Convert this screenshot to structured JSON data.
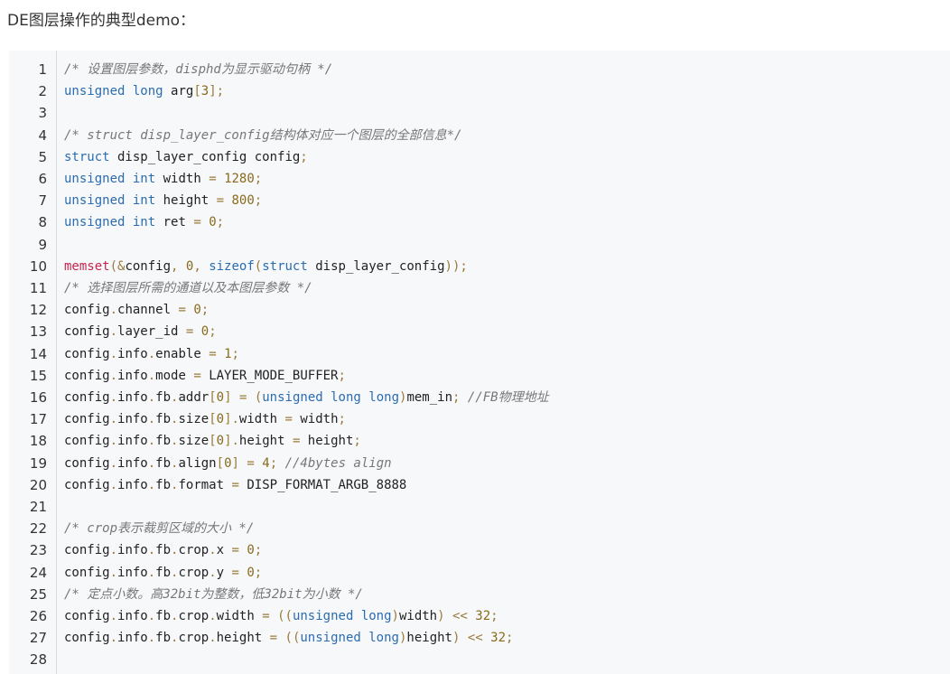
{
  "heading": "DE图层操作的典型demo：",
  "code_lines": [
    [
      {
        "t": "c",
        "v": "/* 设置图层参数，disphd为显示驱动句柄 */"
      }
    ],
    [
      {
        "t": "k",
        "v": "unsigned"
      },
      {
        "t": "x",
        "v": " "
      },
      {
        "t": "k",
        "v": "long"
      },
      {
        "t": "x",
        "v": " arg"
      },
      {
        "t": "p",
        "v": "["
      },
      {
        "t": "n",
        "v": "3"
      },
      {
        "t": "p",
        "v": "];"
      }
    ],
    [],
    [
      {
        "t": "c",
        "v": "/* struct disp_layer_config结构体对应一个图层的全部信息*/"
      }
    ],
    [
      {
        "t": "k",
        "v": "struct"
      },
      {
        "t": "x",
        "v": " disp_layer_config config"
      },
      {
        "t": "p",
        "v": ";"
      }
    ],
    [
      {
        "t": "k",
        "v": "unsigned"
      },
      {
        "t": "x",
        "v": " "
      },
      {
        "t": "k",
        "v": "int"
      },
      {
        "t": "x",
        "v": " width "
      },
      {
        "t": "p",
        "v": "="
      },
      {
        "t": "x",
        "v": " "
      },
      {
        "t": "n",
        "v": "1280"
      },
      {
        "t": "p",
        "v": ";"
      }
    ],
    [
      {
        "t": "k",
        "v": "unsigned"
      },
      {
        "t": "x",
        "v": " "
      },
      {
        "t": "k",
        "v": "int"
      },
      {
        "t": "x",
        "v": " height "
      },
      {
        "t": "p",
        "v": "="
      },
      {
        "t": "x",
        "v": " "
      },
      {
        "t": "n",
        "v": "800"
      },
      {
        "t": "p",
        "v": ";"
      }
    ],
    [
      {
        "t": "k",
        "v": "unsigned"
      },
      {
        "t": "x",
        "v": " "
      },
      {
        "t": "k",
        "v": "int"
      },
      {
        "t": "x",
        "v": " ret "
      },
      {
        "t": "p",
        "v": "="
      },
      {
        "t": "x",
        "v": " "
      },
      {
        "t": "n",
        "v": "0"
      },
      {
        "t": "p",
        "v": ";"
      }
    ],
    [],
    [
      {
        "t": "f",
        "v": "memset"
      },
      {
        "t": "p",
        "v": "(&"
      },
      {
        "t": "x",
        "v": "config"
      },
      {
        "t": "p",
        "v": ","
      },
      {
        "t": "x",
        "v": " "
      },
      {
        "t": "n",
        "v": "0"
      },
      {
        "t": "p",
        "v": ","
      },
      {
        "t": "x",
        "v": " "
      },
      {
        "t": "k",
        "v": "sizeof"
      },
      {
        "t": "p",
        "v": "("
      },
      {
        "t": "k",
        "v": "struct"
      },
      {
        "t": "x",
        "v": " disp_layer_config"
      },
      {
        "t": "p",
        "v": "));"
      }
    ],
    [
      {
        "t": "c",
        "v": "/* 选择图层所需的通道以及本图层参数 */"
      }
    ],
    [
      {
        "t": "x",
        "v": "config"
      },
      {
        "t": "p",
        "v": "."
      },
      {
        "t": "x",
        "v": "channel "
      },
      {
        "t": "p",
        "v": "="
      },
      {
        "t": "x",
        "v": " "
      },
      {
        "t": "n",
        "v": "0"
      },
      {
        "t": "p",
        "v": ";"
      }
    ],
    [
      {
        "t": "x",
        "v": "config"
      },
      {
        "t": "p",
        "v": "."
      },
      {
        "t": "x",
        "v": "layer_id "
      },
      {
        "t": "p",
        "v": "="
      },
      {
        "t": "x",
        "v": " "
      },
      {
        "t": "n",
        "v": "0"
      },
      {
        "t": "p",
        "v": ";"
      }
    ],
    [
      {
        "t": "x",
        "v": "config"
      },
      {
        "t": "p",
        "v": "."
      },
      {
        "t": "x",
        "v": "info"
      },
      {
        "t": "p",
        "v": "."
      },
      {
        "t": "x",
        "v": "enable "
      },
      {
        "t": "p",
        "v": "="
      },
      {
        "t": "x",
        "v": " "
      },
      {
        "t": "n",
        "v": "1"
      },
      {
        "t": "p",
        "v": ";"
      }
    ],
    [
      {
        "t": "x",
        "v": "config"
      },
      {
        "t": "p",
        "v": "."
      },
      {
        "t": "x",
        "v": "info"
      },
      {
        "t": "p",
        "v": "."
      },
      {
        "t": "x",
        "v": "mode "
      },
      {
        "t": "p",
        "v": "="
      },
      {
        "t": "x",
        "v": " LAYER_MODE_BUFFER"
      },
      {
        "t": "p",
        "v": ";"
      }
    ],
    [
      {
        "t": "x",
        "v": "config"
      },
      {
        "t": "p",
        "v": "."
      },
      {
        "t": "x",
        "v": "info"
      },
      {
        "t": "p",
        "v": "."
      },
      {
        "t": "x",
        "v": "fb"
      },
      {
        "t": "p",
        "v": "."
      },
      {
        "t": "x",
        "v": "addr"
      },
      {
        "t": "p",
        "v": "["
      },
      {
        "t": "n",
        "v": "0"
      },
      {
        "t": "p",
        "v": "]"
      },
      {
        "t": "x",
        "v": " "
      },
      {
        "t": "p",
        "v": "="
      },
      {
        "t": "x",
        "v": " "
      },
      {
        "t": "p",
        "v": "("
      },
      {
        "t": "k",
        "v": "unsigned"
      },
      {
        "t": "x",
        "v": " "
      },
      {
        "t": "k",
        "v": "long"
      },
      {
        "t": "x",
        "v": " "
      },
      {
        "t": "k",
        "v": "long"
      },
      {
        "t": "p",
        "v": ")"
      },
      {
        "t": "x",
        "v": "mem_in"
      },
      {
        "t": "p",
        "v": ";"
      },
      {
        "t": "x",
        "v": " "
      },
      {
        "t": "c",
        "v": "//FB物理地址"
      }
    ],
    [
      {
        "t": "x",
        "v": "config"
      },
      {
        "t": "p",
        "v": "."
      },
      {
        "t": "x",
        "v": "info"
      },
      {
        "t": "p",
        "v": "."
      },
      {
        "t": "x",
        "v": "fb"
      },
      {
        "t": "p",
        "v": "."
      },
      {
        "t": "x",
        "v": "size"
      },
      {
        "t": "p",
        "v": "["
      },
      {
        "t": "n",
        "v": "0"
      },
      {
        "t": "p",
        "v": "]."
      },
      {
        "t": "x",
        "v": "width "
      },
      {
        "t": "p",
        "v": "="
      },
      {
        "t": "x",
        "v": " width"
      },
      {
        "t": "p",
        "v": ";"
      }
    ],
    [
      {
        "t": "x",
        "v": "config"
      },
      {
        "t": "p",
        "v": "."
      },
      {
        "t": "x",
        "v": "info"
      },
      {
        "t": "p",
        "v": "."
      },
      {
        "t": "x",
        "v": "fb"
      },
      {
        "t": "p",
        "v": "."
      },
      {
        "t": "x",
        "v": "size"
      },
      {
        "t": "p",
        "v": "["
      },
      {
        "t": "n",
        "v": "0"
      },
      {
        "t": "p",
        "v": "]."
      },
      {
        "t": "x",
        "v": "height "
      },
      {
        "t": "p",
        "v": "="
      },
      {
        "t": "x",
        "v": " height"
      },
      {
        "t": "p",
        "v": ";"
      }
    ],
    [
      {
        "t": "x",
        "v": "config"
      },
      {
        "t": "p",
        "v": "."
      },
      {
        "t": "x",
        "v": "info"
      },
      {
        "t": "p",
        "v": "."
      },
      {
        "t": "x",
        "v": "fb"
      },
      {
        "t": "p",
        "v": "."
      },
      {
        "t": "x",
        "v": "align"
      },
      {
        "t": "p",
        "v": "["
      },
      {
        "t": "n",
        "v": "0"
      },
      {
        "t": "p",
        "v": "]"
      },
      {
        "t": "x",
        "v": " "
      },
      {
        "t": "p",
        "v": "="
      },
      {
        "t": "x",
        "v": " "
      },
      {
        "t": "n",
        "v": "4"
      },
      {
        "t": "p",
        "v": ";"
      },
      {
        "t": "x",
        "v": " "
      },
      {
        "t": "c",
        "v": "//4bytes align"
      }
    ],
    [
      {
        "t": "x",
        "v": "config"
      },
      {
        "t": "p",
        "v": "."
      },
      {
        "t": "x",
        "v": "info"
      },
      {
        "t": "p",
        "v": "."
      },
      {
        "t": "x",
        "v": "fb"
      },
      {
        "t": "p",
        "v": "."
      },
      {
        "t": "x",
        "v": "format "
      },
      {
        "t": "p",
        "v": "="
      },
      {
        "t": "x",
        "v": " DISP_FORMAT_ARGB_8888"
      }
    ],
    [],
    [
      {
        "t": "c",
        "v": "/* crop表示裁剪区域的大小 */"
      }
    ],
    [
      {
        "t": "x",
        "v": "config"
      },
      {
        "t": "p",
        "v": "."
      },
      {
        "t": "x",
        "v": "info"
      },
      {
        "t": "p",
        "v": "."
      },
      {
        "t": "x",
        "v": "fb"
      },
      {
        "t": "p",
        "v": "."
      },
      {
        "t": "x",
        "v": "crop"
      },
      {
        "t": "p",
        "v": "."
      },
      {
        "t": "x",
        "v": "x "
      },
      {
        "t": "p",
        "v": "="
      },
      {
        "t": "x",
        "v": " "
      },
      {
        "t": "n",
        "v": "0"
      },
      {
        "t": "p",
        "v": ";"
      }
    ],
    [
      {
        "t": "x",
        "v": "config"
      },
      {
        "t": "p",
        "v": "."
      },
      {
        "t": "x",
        "v": "info"
      },
      {
        "t": "p",
        "v": "."
      },
      {
        "t": "x",
        "v": "fb"
      },
      {
        "t": "p",
        "v": "."
      },
      {
        "t": "x",
        "v": "crop"
      },
      {
        "t": "p",
        "v": "."
      },
      {
        "t": "x",
        "v": "y "
      },
      {
        "t": "p",
        "v": "="
      },
      {
        "t": "x",
        "v": " "
      },
      {
        "t": "n",
        "v": "0"
      },
      {
        "t": "p",
        "v": ";"
      }
    ],
    [
      {
        "t": "c",
        "v": "/* 定点小数。高32bit为整数，低32bit为小数 */"
      }
    ],
    [
      {
        "t": "x",
        "v": "config"
      },
      {
        "t": "p",
        "v": "."
      },
      {
        "t": "x",
        "v": "info"
      },
      {
        "t": "p",
        "v": "."
      },
      {
        "t": "x",
        "v": "fb"
      },
      {
        "t": "p",
        "v": "."
      },
      {
        "t": "x",
        "v": "crop"
      },
      {
        "t": "p",
        "v": "."
      },
      {
        "t": "x",
        "v": "width "
      },
      {
        "t": "p",
        "v": "="
      },
      {
        "t": "x",
        "v": " "
      },
      {
        "t": "p",
        "v": "(("
      },
      {
        "t": "k",
        "v": "unsigned"
      },
      {
        "t": "x",
        "v": " "
      },
      {
        "t": "k",
        "v": "long"
      },
      {
        "t": "p",
        "v": ")"
      },
      {
        "t": "x",
        "v": "width"
      },
      {
        "t": "p",
        "v": ")"
      },
      {
        "t": "x",
        "v": " "
      },
      {
        "t": "p",
        "v": "<<"
      },
      {
        "t": "x",
        "v": " "
      },
      {
        "t": "n",
        "v": "32"
      },
      {
        "t": "p",
        "v": ";"
      }
    ],
    [
      {
        "t": "x",
        "v": "config"
      },
      {
        "t": "p",
        "v": "."
      },
      {
        "t": "x",
        "v": "info"
      },
      {
        "t": "p",
        "v": "."
      },
      {
        "t": "x",
        "v": "fb"
      },
      {
        "t": "p",
        "v": "."
      },
      {
        "t": "x",
        "v": "crop"
      },
      {
        "t": "p",
        "v": "."
      },
      {
        "t": "x",
        "v": "height "
      },
      {
        "t": "p",
        "v": "="
      },
      {
        "t": "x",
        "v": " "
      },
      {
        "t": "p",
        "v": "(("
      },
      {
        "t": "k",
        "v": "unsigned"
      },
      {
        "t": "x",
        "v": " "
      },
      {
        "t": "k",
        "v": "long"
      },
      {
        "t": "p",
        "v": ")"
      },
      {
        "t": "x",
        "v": "height"
      },
      {
        "t": "p",
        "v": ")"
      },
      {
        "t": "x",
        "v": " "
      },
      {
        "t": "p",
        "v": "<<"
      },
      {
        "t": "x",
        "v": " "
      },
      {
        "t": "n",
        "v": "32"
      },
      {
        "t": "p",
        "v": ";"
      }
    ],
    []
  ]
}
